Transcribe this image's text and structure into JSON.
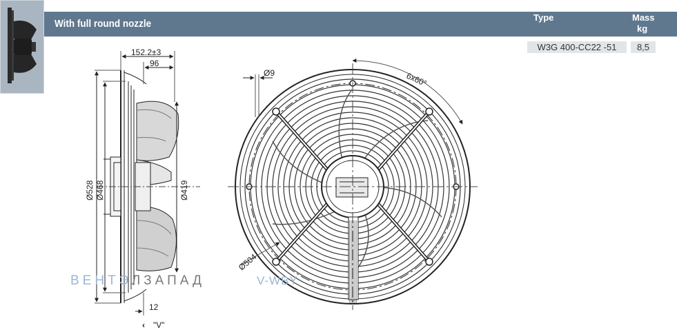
{
  "header": {
    "title": "With full round nozzle",
    "type_label": "Type",
    "mass_label": "Mass",
    "mass_unit": "kg"
  },
  "product": {
    "type_value": "W3G 400-CC22  -51",
    "mass_value": "8,5"
  },
  "dimensions": {
    "overall_depth": "152.2",
    "overall_depth_tol": "±3",
    "depth_96": "96",
    "diameter_528": "Ø528",
    "diameter_468": "Ø468",
    "diameter_419": "Ø419",
    "hole_9": "Ø9",
    "holes_pattern": "6x60°",
    "bolt_circle_504": "Ø504",
    "depth_12": "12",
    "view_label": "\"V\""
  },
  "watermark": {
    "text_1": "ВЕНТЭЛЗАПАД",
    "text_2": "V-WBY"
  },
  "colors": {
    "header_bg": "#5f788e",
    "cell_bg": "#e2e5e8",
    "thumb_bg": "#a9b6c1",
    "watermark_blue": "#9bb6d6"
  }
}
